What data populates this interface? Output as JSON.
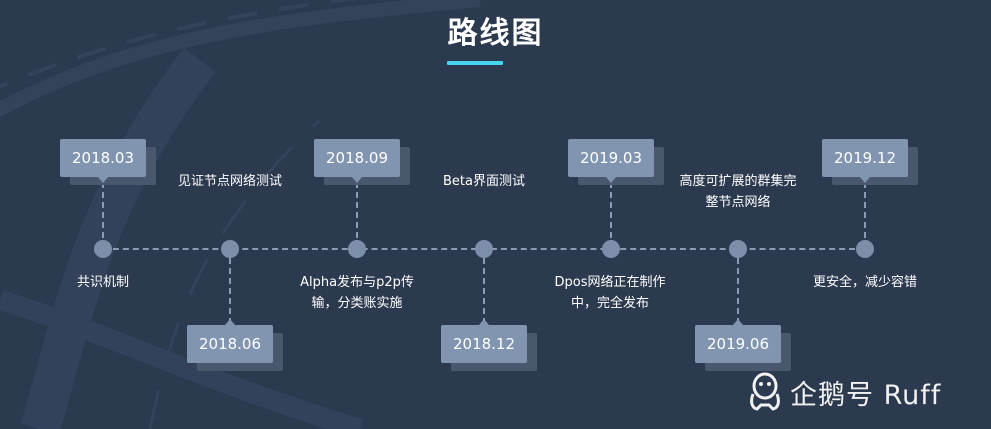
{
  "title": "路线图",
  "milestones": [
    {
      "date": "2018.03",
      "desc": "共识机制"
    },
    {
      "date": "2018.06",
      "desc": "见证节点网络测试"
    },
    {
      "date": "2018.09",
      "desc": "Alpha发布与p2p传输，分类账实施"
    },
    {
      "date": "2018.12",
      "desc": "Beta界面测试"
    },
    {
      "date": "2019.03",
      "desc": "Dpos网络正在制作中，完全发布"
    },
    {
      "date": "2019.06",
      "desc": "高度可扩展的群集完整节点网络"
    },
    {
      "date": "2019.12",
      "desc": "更安全，减少容错"
    }
  ],
  "desc_lines": {
    "m2_l1": "Alpha发布与p2p传",
    "m2_l2": "输，分类账实施",
    "m4_l1": "Dpos网络正在制作",
    "m4_l2": "中，完全发布",
    "m5_l1": "高度可扩展的群集完",
    "m5_l2": "整节点网络"
  },
  "watermark": {
    "text": "企鹅号 Ruff",
    "icon": "penguin-icon"
  },
  "colors": {
    "background": "#2c3a4f",
    "accent": "#47d4f0",
    "box": "#8195b0",
    "box_shadow": "#4a586d",
    "axis": "#8a9bb3",
    "dot": "#7d8fa8"
  }
}
